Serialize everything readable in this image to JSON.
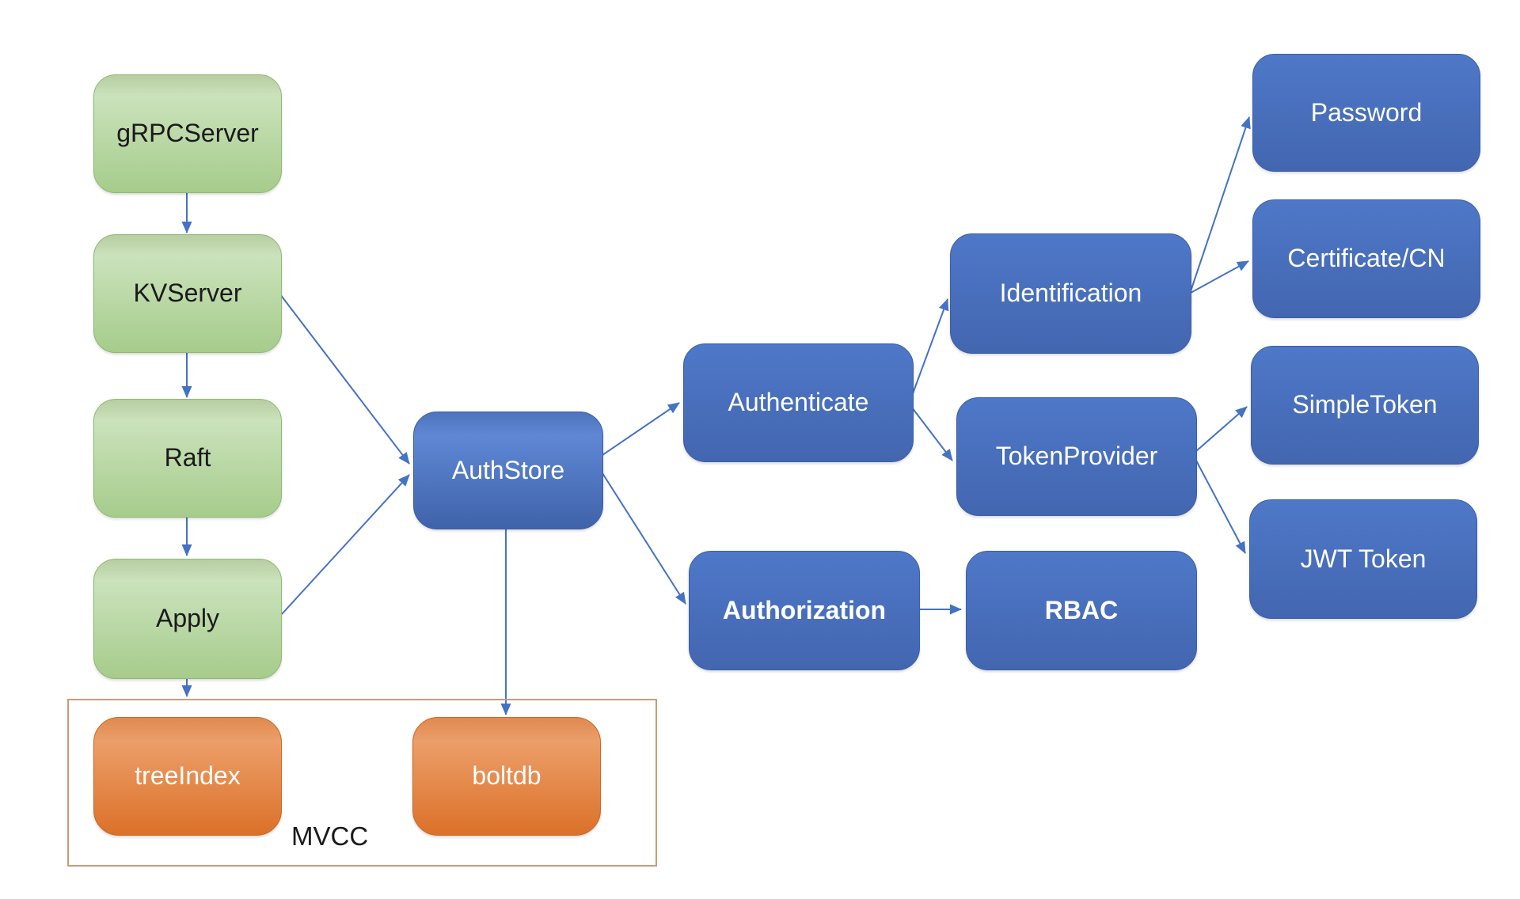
{
  "diagram": {
    "nodes": {
      "grpcserver": {
        "label": "gRPCServer",
        "type": "green"
      },
      "kvserver": {
        "label": "KVServer",
        "type": "green"
      },
      "raft": {
        "label": "Raft",
        "type": "green"
      },
      "apply": {
        "label": "Apply",
        "type": "green"
      },
      "authstore": {
        "label": "AuthStore",
        "type": "blue-gradient"
      },
      "authenticate": {
        "label": "Authenticate",
        "type": "blue"
      },
      "identification": {
        "label": "Identification",
        "type": "blue"
      },
      "tokenprovider": {
        "label": "TokenProvider",
        "type": "blue"
      },
      "authorization": {
        "label": "Authorization",
        "type": "blue",
        "bold": true
      },
      "rbac": {
        "label": "RBAC",
        "type": "blue",
        "bold": true
      },
      "password": {
        "label": "Password",
        "type": "blue"
      },
      "certificate_cn": {
        "label": "Certificate/CN",
        "type": "blue"
      },
      "simpletoken": {
        "label": "SimpleToken",
        "type": "blue"
      },
      "jwt_token": {
        "label": "JWT Token",
        "type": "blue"
      },
      "treeindex": {
        "label": "treeIndex",
        "type": "orange"
      },
      "boltdb": {
        "label": "boltdb",
        "type": "orange"
      }
    },
    "container": {
      "label": "MVCC",
      "members": [
        "treeindex",
        "boltdb"
      ]
    },
    "edges": [
      {
        "from": "grpcserver",
        "to": "kvserver"
      },
      {
        "from": "kvserver",
        "to": "raft"
      },
      {
        "from": "raft",
        "to": "apply"
      },
      {
        "from": "apply",
        "to": "mvcc"
      },
      {
        "from": "kvserver",
        "to": "authstore"
      },
      {
        "from": "apply",
        "to": "authstore"
      },
      {
        "from": "authstore",
        "to": "boltdb"
      },
      {
        "from": "authstore",
        "to": "authenticate"
      },
      {
        "from": "authstore",
        "to": "authorization"
      },
      {
        "from": "authenticate",
        "to": "identification"
      },
      {
        "from": "authenticate",
        "to": "tokenprovider"
      },
      {
        "from": "identification",
        "to": "password"
      },
      {
        "from": "identification",
        "to": "certificate_cn"
      },
      {
        "from": "tokenprovider",
        "to": "simpletoken"
      },
      {
        "from": "tokenprovider",
        "to": "jwt_token"
      },
      {
        "from": "authorization",
        "to": "rbac"
      }
    ],
    "colors": {
      "arrow": "#4472C4",
      "green_top": "#B7CDA2",
      "green_mid": "#CBE2BC",
      "green_bottom": "#A6CC8B",
      "green_border": "#8FB972",
      "blue_top": "#4E78C8",
      "blue_bottom": "#4366B0",
      "blue_border": "#3B5EA6",
      "authstore_top": "#4E74BD",
      "authstore_mid": "#5F87D4",
      "authstore_bottom": "#3F63AA",
      "orange_top": "#DF8A51",
      "orange_mid": "#EC9E69",
      "orange_bottom": "#DB7129",
      "orange_border": "#C96A24",
      "container_border": "#C79B7B",
      "text_dark": "#1A1A1A",
      "text_light": "#FFFFFF"
    }
  }
}
